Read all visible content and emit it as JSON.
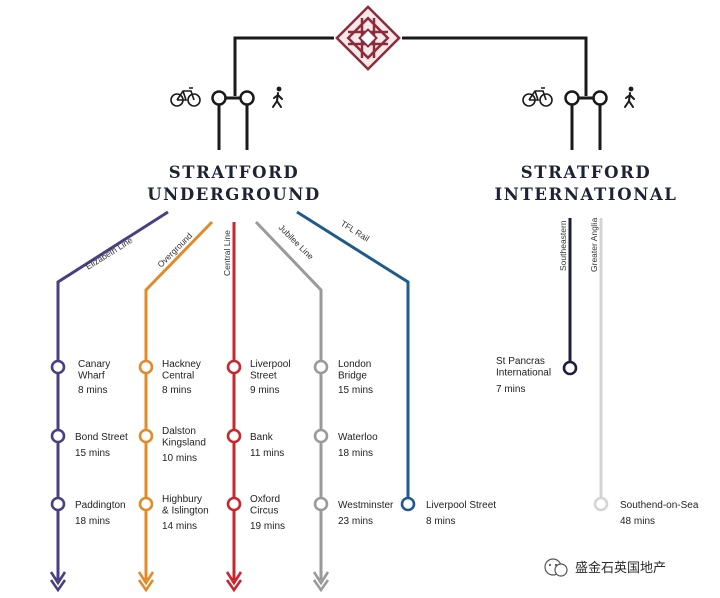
{
  "hubs": {
    "underground": {
      "line1": "STRATFORD",
      "line2": "UNDERGROUND"
    },
    "international": {
      "line1": "STRATFORD",
      "line2": "INTERNATIONAL"
    }
  },
  "lines": [
    {
      "name": "Elizabeth Line",
      "color": "#4a3f7f",
      "stops": [
        {
          "name": [
            "Canary",
            "Wharf"
          ],
          "time": "8  mins"
        },
        {
          "name": [
            "Bond Street"
          ],
          "time": "15 mins"
        },
        {
          "name": [
            "Paddington"
          ],
          "time": "18 mins"
        }
      ]
    },
    {
      "name": "Overground",
      "color": "#e08b2a",
      "stops": [
        {
          "name": [
            "Hackney",
            "Central"
          ],
          "time": "8 mins"
        },
        {
          "name": [
            "Dalston",
            "Kingsland"
          ],
          "time": "10 mins"
        },
        {
          "name": [
            "Highbury",
            "& Islington"
          ],
          "time": "14 mins"
        }
      ]
    },
    {
      "name": "Central Line",
      "color": "#c8262c",
      "stops": [
        {
          "name": [
            "Liverpool",
            "Street"
          ],
          "time": "9 mins"
        },
        {
          "name": [
            "Bank"
          ],
          "time": "11 mins"
        },
        {
          "name": [
            "Oxford",
            "Circus"
          ],
          "time": "19 mins"
        }
      ]
    },
    {
      "name": "Jubilee Line",
      "color": "#9a9a9a",
      "stops": [
        {
          "name": [
            "London",
            "Bridge"
          ],
          "time": "15  mins"
        },
        {
          "name": [
            "Waterloo"
          ],
          "time": "18 mins"
        },
        {
          "name": [
            "Westminster"
          ],
          "time": "23  mins"
        }
      ]
    },
    {
      "name": "TFL Rail",
      "color": "#1e5b8c",
      "stops": [
        {
          "name": [
            "Liverpool Street"
          ],
          "time": "8 mins"
        }
      ]
    },
    {
      "name": "Southeastern",
      "color": "#1c1f3a",
      "stops": [
        {
          "name": [
            "St Pancras",
            "International"
          ],
          "time": "7  mins"
        }
      ]
    },
    {
      "name": "Greater Anglia",
      "color": "#d4d4d4",
      "stops": [
        {
          "name": [
            "Southend-on-Sea"
          ],
          "time": "48 mins"
        }
      ]
    }
  ],
  "icons": [
    "bicycle-icon",
    "walking-person-icon",
    "celtic-knot-logo"
  ],
  "colors": {
    "track": "#1a1a1a",
    "logo": "#8e2b3a"
  },
  "watermark": "盛金石英国地产"
}
